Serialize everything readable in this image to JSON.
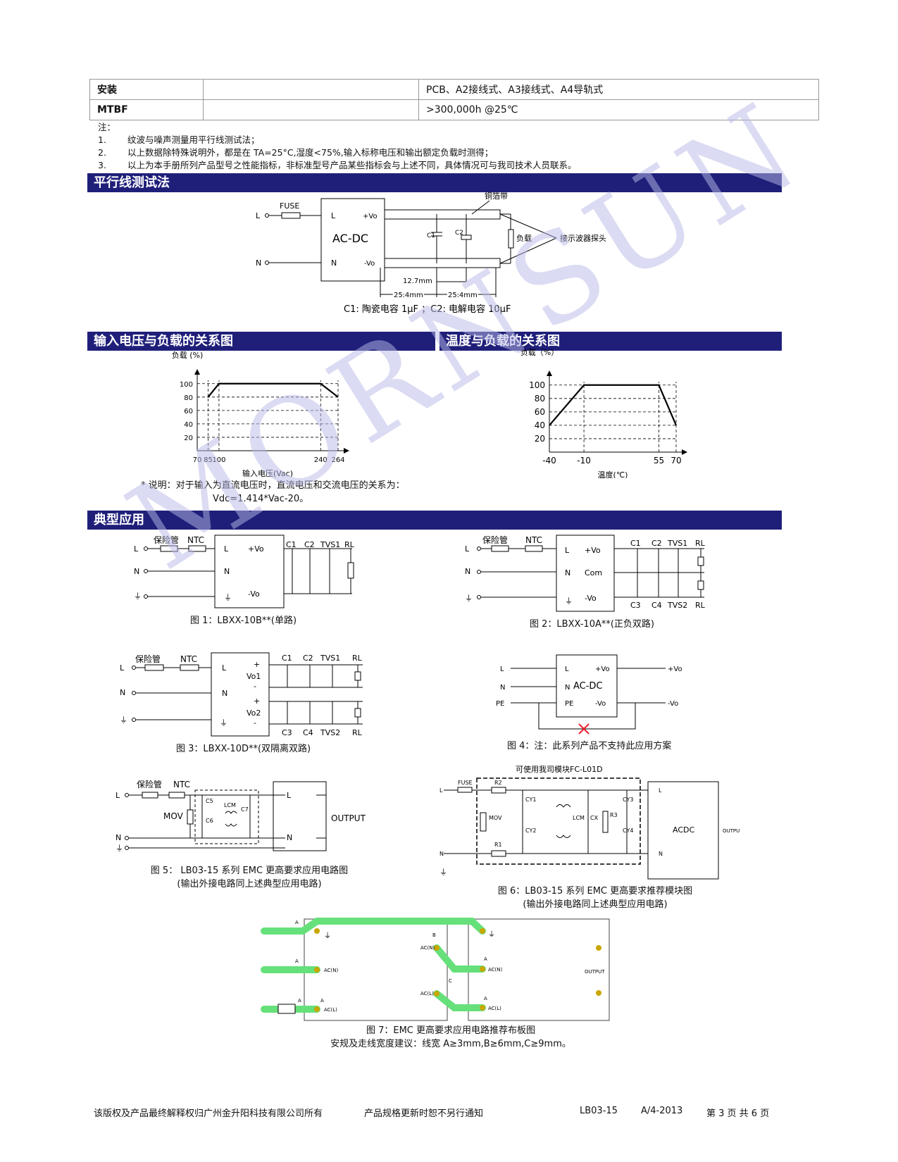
{
  "spec_rows": [
    {
      "key": "安装",
      "value": "PCB、A2接线式、A3接线式、A4导轨式"
    },
    {
      "key": "MTBF",
      "value": ">300,000h @25℃"
    }
  ],
  "notes": {
    "label": "注：",
    "items": [
      {
        "num": "1.",
        "text": "纹波与噪声测量用平行线测试法；"
      },
      {
        "num": "2.",
        "text": "以上数据除特殊说明外，都是在 TA=25°C,湿度<75%,输入标称电压和输出额定负载时测得；"
      },
      {
        "num": "3.",
        "text": "以上为本手册所列产品型号之性能指标，非标准型号产品某些指标会与上述不同，具体情况可与我司技术人员联系。"
      }
    ]
  },
  "sections": {
    "parallel": "平行线测试法",
    "input_curve": "输入电压与负载的关系图",
    "temp_curve": "温度与负载的关系图",
    "typical": "典型应用"
  },
  "parallel_diagram": {
    "fuse": "FUSE",
    "l": "L",
    "n": "N",
    "module": "AC-DC",
    "pin_l": "L",
    "pin_n": "N",
    "vo_plus": "+Vo",
    "vo_minus": "-Vo",
    "c1": "C1",
    "c2": "C2",
    "foil": "铜箔带",
    "load": "负载",
    "probe": "接示波器探头",
    "d1": "12.7mm",
    "d2": "25.4mm",
    "d3": "25.4mm",
    "caption": "C1: 陶瓷电容 1μF ；C2: 电解电容 10μF"
  },
  "chart_data": [
    {
      "type": "line",
      "title": "",
      "xlabel": "输入电压(Vac)",
      "ylabel": "负载 (%)",
      "x": [
        85,
        100,
        240,
        264
      ],
      "y": [
        80,
        100,
        100,
        80
      ],
      "x_ticks": [
        "70",
        "85",
        "100",
        "240",
        "264"
      ],
      "y_ticks": [
        "20",
        "40",
        "60",
        "80",
        "100"
      ],
      "grid": "dashed"
    },
    {
      "type": "line",
      "title": "",
      "xlabel": "温度(℃)",
      "ylabel": "负载（%）",
      "x": [
        -40,
        -10,
        55,
        70
      ],
      "y": [
        40,
        100,
        100,
        40
      ],
      "x_ticks": [
        "-40",
        "-10",
        "55",
        "70"
      ],
      "y_ticks": [
        "20",
        "40",
        "60",
        "80",
        "100"
      ],
      "grid": "dashed"
    }
  ],
  "input_note": {
    "line1": "* 说明：对于输入为直流电压时，直流电压和交流电压的关系为：",
    "line2": "Vdc=1.414*Vac-20。"
  },
  "figures": {
    "fig1": "图 1：LBXX-10B**(单路)",
    "fig2": "图 2：LBXX-10A**(正负双路)",
    "fig3": "图 3：LBXX-10D**(双隔离双路)",
    "fig4": "图 4：注：此系列产品不支持此应用方案",
    "fig5_1": "图 5：  LB03-15 系列 EMC 更高要求应用电路图",
    "fig5_2": "(输出外接电路同上述典型应用电路)",
    "fig6_1": "图 6：LB03-15 系列 EMC 更高要求推荐模块图",
    "fig6_2": "(输出外接电路同上述典型应用电路)",
    "fig7_1": "图 7：EMC 更高要求应用电路推荐布板图",
    "fig7_2": "安规及走线宽度建议：线宽 A≥3mm,B≥6mm,C≥9mm。"
  },
  "circuit_labels": {
    "fuse_cn": "保险管",
    "ntc": "NTC",
    "l": "L",
    "n": "N",
    "vo_plus": "+Vo",
    "vo_minus": "-Vo",
    "com": "Com",
    "c1": "C1",
    "c2": "C2",
    "c3": "C3",
    "c4": "C4",
    "tvs1": "TVS1",
    "tvs2": "TVS2",
    "rl": "RL",
    "vo1": "Vo1",
    "vo2": "Vo2",
    "plus": "+",
    "minus": "-",
    "acdc": "AC-DC",
    "pe": "PE",
    "mov": "MOV",
    "output": "OUTPUT",
    "c5": "C5",
    "c6": "C6",
    "c7": "C7",
    "lcm": "LCM",
    "module_note": "可使用我司模块FC-L01D",
    "fuse": "FUSE",
    "r1": "R1",
    "r2": "R2",
    "r3": "R3",
    "cy1": "CY1",
    "cy2": "CY2",
    "cy3": "CY3",
    "cy4": "CY4",
    "cx": "CX",
    "acdc2": "ACDC",
    "output2": "OUTPUT",
    "ac_n": "AC(N)",
    "ac_l": "AC(L)",
    "a": "A",
    "b": "B",
    "c": "C"
  },
  "watermark": "MORNSUN",
  "footer": {
    "copyright": "该版权及产品最终解释权归广州金升阳科技有限公司所有",
    "notice": "产品规格更新时恕不另行通知",
    "model": "LB03-15",
    "version": "A/4-2013",
    "page": "第 3 页 共 6 页"
  }
}
